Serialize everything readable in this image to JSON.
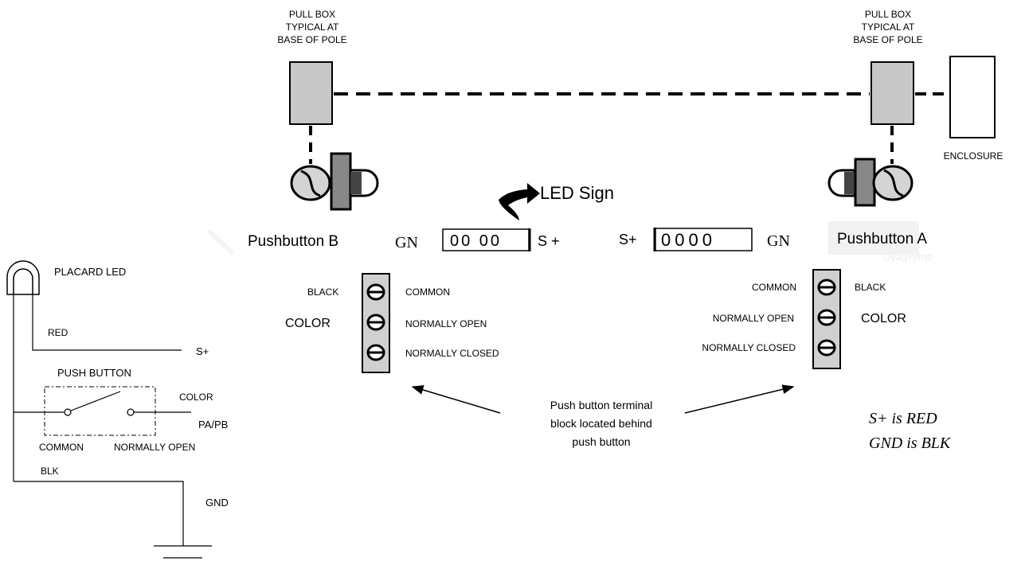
{
  "pull_box": {
    "left_lines": [
      "PULL BOX",
      "TYPICAL AT",
      "BASE OF POLE"
    ],
    "right_lines": [
      "PULL BOX",
      "TYPICAL AT",
      "BASE OF POLE"
    ]
  },
  "enclosure_label": "ENCLOSURE",
  "led_sign_label": "LED Sign",
  "pushbutton_b": {
    "label": "Pushbutton B",
    "gn_label": "GN",
    "display": "00 00",
    "s_label": "S +"
  },
  "pushbutton_a": {
    "label": "Pushbutton A",
    "s_label": "S+",
    "display": "0000",
    "gn_label": "GN",
    "faint_label": "Oyagvyrnb"
  },
  "terminal_b": {
    "wire_black": "BLACK",
    "wire_color": "COLOR",
    "terminals": [
      "COMMON",
      "NORMALLY OPEN",
      "NORMALLY CLOSED"
    ]
  },
  "terminal_a": {
    "terminals": [
      "COMMON",
      "NORMALLY OPEN",
      "NORMALLY CLOSED"
    ],
    "wire_black": "BLACK",
    "wire_color": "COLOR"
  },
  "terminal_note": [
    "Push button terminal",
    "block located behind",
    "push button"
  ],
  "legend_lines": [
    "S+ is RED",
    "GND is BLK"
  ],
  "schematic": {
    "placard_led": "PLACARD LED",
    "red": "RED",
    "s_plus": "S+",
    "push_button": "PUSH BUTTON",
    "color": "COLOR",
    "pa_pb": "PA/PB",
    "common": "COMMON",
    "normally_open": "NORMALLY OPEN",
    "blk": "BLK",
    "gnd": "GND"
  }
}
